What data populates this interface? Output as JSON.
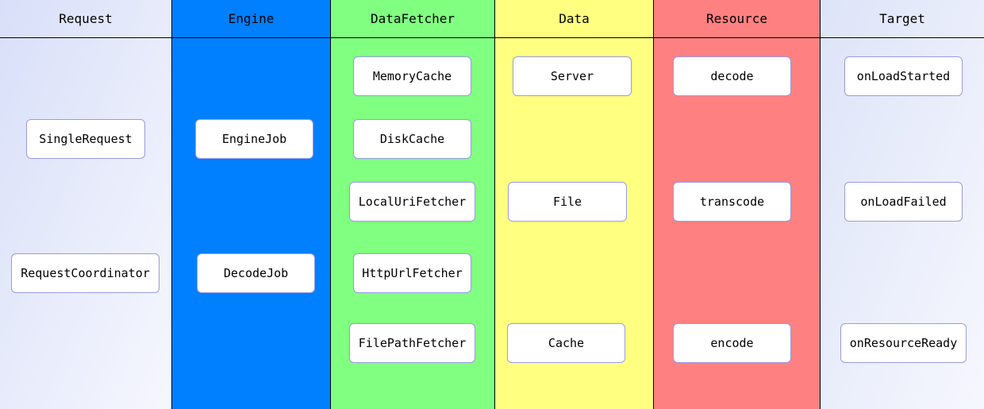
{
  "lanes": [
    {
      "title": "Request",
      "color": "#d8dff8",
      "nodes": [
        "SingleRequest",
        "RequestCoordinator"
      ]
    },
    {
      "title": "Engine",
      "color": "#0080ff",
      "nodes": [
        "EngineJob",
        "DecodeJob"
      ]
    },
    {
      "title": "DataFetcher",
      "color": "#80ff80",
      "nodes": [
        "MemoryCache",
        "DiskCache",
        "LocalUriFetcher",
        "HttpUrlFetcher",
        "FilePathFetcher"
      ]
    },
    {
      "title": "Data",
      "color": "#ffff80",
      "nodes": [
        "Server",
        "File",
        "Cache"
      ]
    },
    {
      "title": "Resource",
      "color": "#ff8080",
      "nodes": [
        "decode",
        "transcode",
        "encode"
      ]
    },
    {
      "title": "Target",
      "color": "#dde4f8",
      "nodes": [
        "onLoadStarted",
        "onLoadFailed",
        "onResourceReady"
      ]
    }
  ]
}
